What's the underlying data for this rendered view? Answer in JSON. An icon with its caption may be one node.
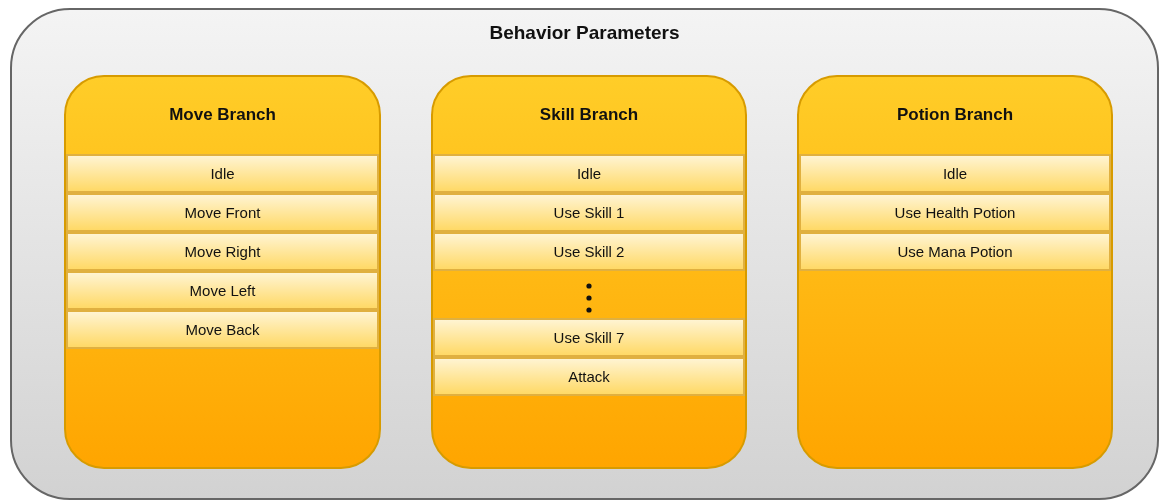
{
  "diagram": {
    "nodes": [
      {
        "text": [
          "Behavior Parameters"
        ]
      },
      {
        "text": [
          "Move Branch"
        ],
        "in": 0
      },
      {
        "text": [
          "Idle"
        ],
        "in": 1
      },
      {
        "text": [
          "Move Front"
        ],
        "in": 1
      },
      {
        "text": [
          "Move Right"
        ],
        "in": 1
      },
      {
        "text": [
          "Move Left"
        ],
        "in": 1
      },
      {
        "text": [
          "Move Back"
        ],
        "in": 1
      },
      {
        "text": [
          "Skill Branch"
        ],
        "in": 0
      },
      {
        "text": [
          "Idle"
        ],
        "in": 7
      },
      {
        "text": [
          "Use Skill 1"
        ],
        "in": 7
      },
      {
        "text": [
          "Use Skill 2"
        ],
        "in": 7
      },
      {
        "text": [
          "Use Skill 7"
        ],
        "in": 7
      },
      {
        "text": [
          "Attack"
        ],
        "in": 7
      },
      {
        "text": [
          "Potion Branch"
        ],
        "in": 0
      },
      {
        "text": [
          "Idle"
        ],
        "in": 13
      },
      {
        "text": [
          "Use Health Potion"
        ],
        "in": 13
      },
      {
        "text": [
          "Use Mana Potion"
        ],
        "in": 13
      }
    ]
  }
}
